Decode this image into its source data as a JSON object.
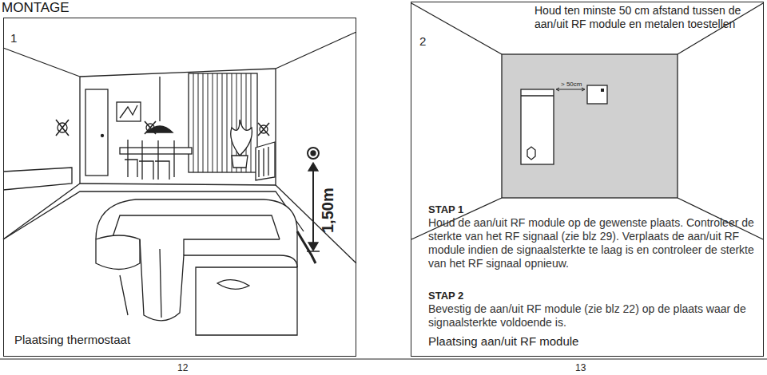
{
  "diagram": {
    "title": "MONTAGE",
    "nodes": [
      {
        "text": [
          "1",
          "Plaatsing thermostaat"
        ]
      },
      {
        "text": [
          "2",
          "Houd ten minste 50 cm afstand tussen de aan/uit RF module en metalen toestellen",
          "STAP 1",
          "Houd de aan/uit RF module op de gewenste plaats. Controleer de sterkte van het RF signaal (zie blz 29). Verplaats de aan/uit RF module indien de signaalsterkte te laag is en controleer de sterkte van het RF signaal opnieuw.",
          "STAP 2",
          "Bevestig de aan/uit RF module (zie blz 22) op de plaats waar de signaalsterkte voldoende is.",
          "Plaatsing aan/uit RF module"
        ]
      }
    ],
    "labels": [
      "1,50m",
      "> 50cm",
      "12",
      "13"
    ]
  }
}
